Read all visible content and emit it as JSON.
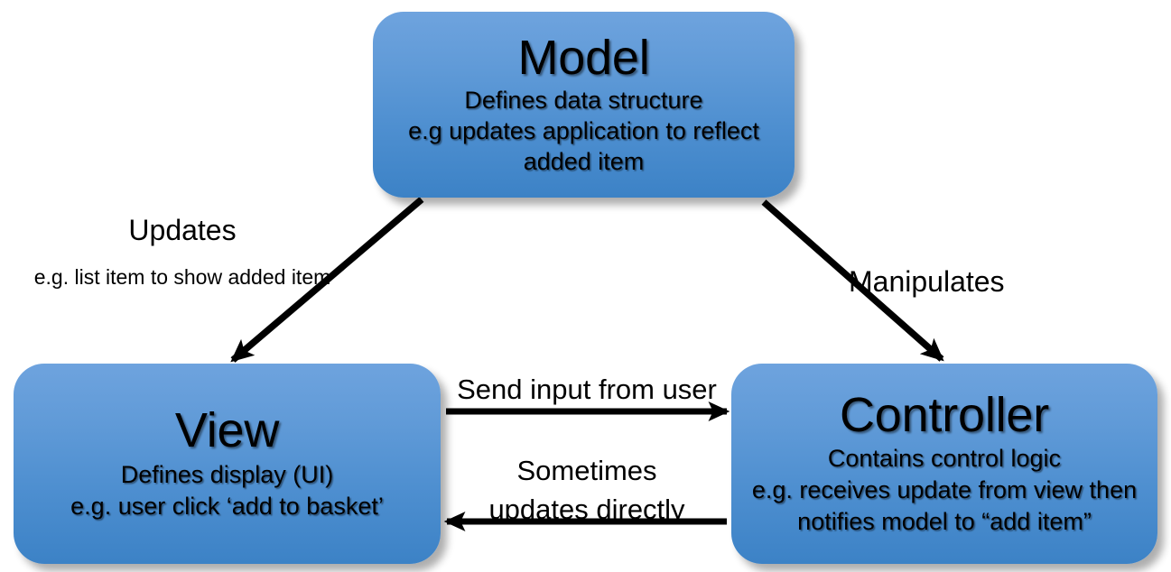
{
  "diagram": {
    "title": "Model View Controller (MVC) pattern diagram",
    "colors": {
      "node_fill_top": "#6EA3DE",
      "node_fill_bottom": "#3C82C6",
      "arrow": "#000000",
      "background": "#FFFFFF",
      "text": "#000000"
    }
  },
  "nodes": {
    "model": {
      "title": "Model",
      "description": "Defines data structure\ne.g updates application to reflect added item"
    },
    "view": {
      "title": "View",
      "description": "Defines display (UI)\ne.g. user click ‘add to basket’"
    },
    "controller": {
      "title": "Controller",
      "description": "Contains control logic\ne.g. receives update from view then notifies model to “add item”"
    }
  },
  "edges": {
    "model_to_view": {
      "label": "Updates",
      "sublabel": "e.g. list item to show added item",
      "from": "model",
      "to": "view",
      "direction": "model → view"
    },
    "model_to_controller": {
      "label": "Manipulates",
      "sublabel": "",
      "from": "model",
      "to": "controller",
      "direction": "model → controller"
    },
    "view_to_controller": {
      "label": "Send input from user",
      "sublabel": "",
      "from": "view",
      "to": "controller",
      "direction": "view → controller"
    },
    "controller_to_view": {
      "label": "Sometimes\nupdates directly",
      "sublabel": "",
      "from": "controller",
      "to": "view",
      "direction": "controller → view"
    }
  }
}
